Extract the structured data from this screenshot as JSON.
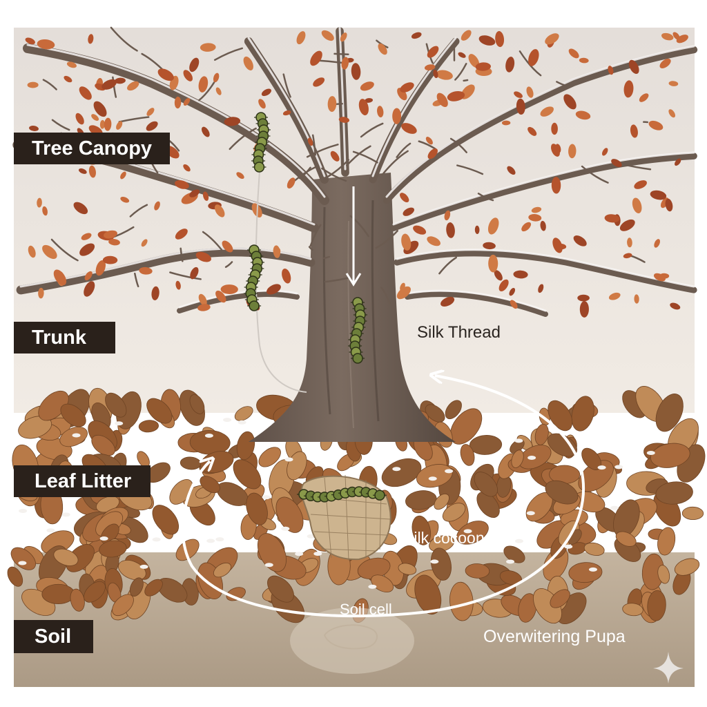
{
  "layers": {
    "canopy": "Tree Canopy",
    "trunk": "Trunk",
    "leaf_litter": "Leaf Litter",
    "soil": "Soil"
  },
  "annotations": {
    "silk_thread": "Silk Thread",
    "silk_cocoon": "Silk cocoon",
    "soil_cell": "Soil cell",
    "overwintering_pupa": "Overwitering Pupa"
  },
  "colors": {
    "sky": "#ece7e2",
    "bark": "#6b5b50",
    "autumn_leaf": "#b5532c",
    "litter_leaf": "#a8693c",
    "soil": "#b9a995",
    "caterpillar": "#6d7f3a",
    "label_bg": "#2a211b"
  },
  "icons": [
    "down-arrow-icon",
    "cycle-arrow-icon",
    "sparkle-icon"
  ]
}
